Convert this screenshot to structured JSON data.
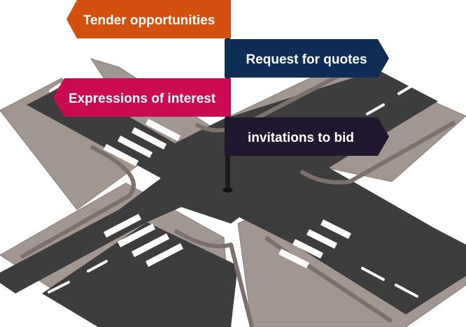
{
  "signs": [
    {
      "label": "Tender opportunities",
      "color": "#d4500f",
      "direction": "left"
    },
    {
      "label": "Request for quotes",
      "color": "#0e2d55",
      "direction": "right"
    },
    {
      "label": "Expressions of interest",
      "color": "#cc0a52",
      "direction": "left"
    },
    {
      "label": "invitations to bid",
      "color": "#221731",
      "direction": "right"
    }
  ],
  "colors": {
    "road": "#3d3d3d",
    "sidewalk": "#a29690",
    "curb": "#7c716c",
    "marking": "#ffffff",
    "pole": "#1c1c1c"
  }
}
